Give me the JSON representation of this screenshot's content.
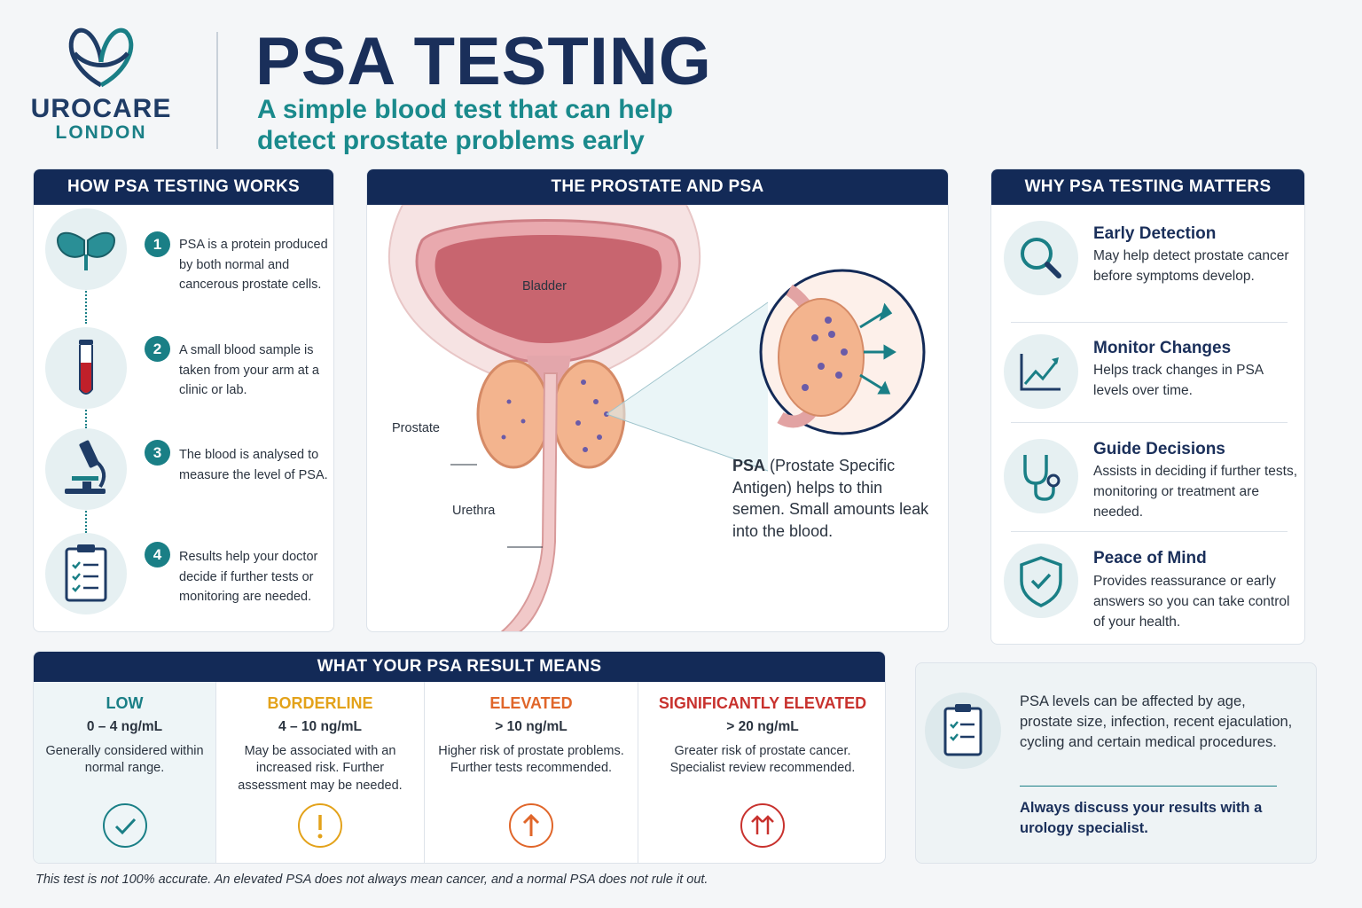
{
  "brand": {
    "name": "UROCARE",
    "location": "LONDON"
  },
  "header": {
    "title": "PSA TESTING",
    "subtitle": "A simple blood test that can help detect prostate problems early"
  },
  "how_it_works": {
    "heading": "HOW PSA TESTING WORKS",
    "steps": [
      {
        "number": "1",
        "text": "PSA is a protein produced by both normal and cancerous prostate cells.",
        "icon": "prostate-icon"
      },
      {
        "number": "2",
        "text": "A small blood sample is taken from your arm at a clinic or lab.",
        "icon": "test-tube-icon"
      },
      {
        "number": "3",
        "text": "The blood is analysed to measure the level of PSA.",
        "icon": "microscope-icon"
      },
      {
        "number": "4",
        "text": "Results help your doctor decide if further tests or monitoring are needed.",
        "icon": "clipboard-icon"
      }
    ]
  },
  "prostate": {
    "heading": "THE PROSTATE AND PSA",
    "labels": {
      "bladder": "Bladder",
      "prostate": "Prostate",
      "urethra": "Urethra"
    },
    "psa_term": "PSA",
    "psa_description": "(Prostate Specific Antigen) helps to thin semen. Small amounts leak into the blood."
  },
  "why": {
    "heading": "WHY PSA TESTING MATTERS",
    "items": [
      {
        "title": "Early Detection",
        "text": "May help detect prostate cancer before symptoms develop.",
        "icon": "magnifier-icon"
      },
      {
        "title": "Monitor Changes",
        "text": "Helps track changes in PSA levels over time.",
        "icon": "trend-chart-icon"
      },
      {
        "title": "Guide Decisions",
        "text": "Assists in deciding if further tests, monitoring or treatment are needed.",
        "icon": "stethoscope-icon"
      },
      {
        "title": "Peace of Mind",
        "text": "Provides reassurance or early answers so you can take control of your health.",
        "icon": "shield-check-icon"
      }
    ]
  },
  "results": {
    "heading": "WHAT YOUR PSA RESULT MEANS",
    "categories": [
      {
        "label": "LOW",
        "range": "0 – 4 ng/mL",
        "text": "Generally considered within normal range.",
        "color": "#1a7f86",
        "icon": "check-icon"
      },
      {
        "label": "BORDERLINE",
        "range": "4 – 10 ng/mL",
        "text": "May be associated with an increased risk. Further assessment may be needed.",
        "color": "#e3a21a",
        "icon": "exclamation-icon"
      },
      {
        "label": "ELEVATED",
        "range": "> 10 ng/mL",
        "text": "Higher risk of prostate problems. Further tests recommended.",
        "color": "#e0662a",
        "icon": "arrow-up-icon"
      },
      {
        "label": "SIGNIFICANTLY ELEVATED",
        "range": "> 20 ng/mL",
        "text": "Greater risk of prostate cancer. Specialist review recommended.",
        "color": "#c8322e",
        "icon": "double-arrow-up-icon"
      }
    ]
  },
  "note": {
    "text": "PSA levels can be affected by age, prostate size, infection, recent ejaculation, cycling and certain medical procedures.",
    "strong": "Always discuss your results with a urology specialist."
  },
  "disclaimer": "This test is not 100% accurate. An elevated PSA does not always mean cancer, and a normal PSA does not rule it out."
}
